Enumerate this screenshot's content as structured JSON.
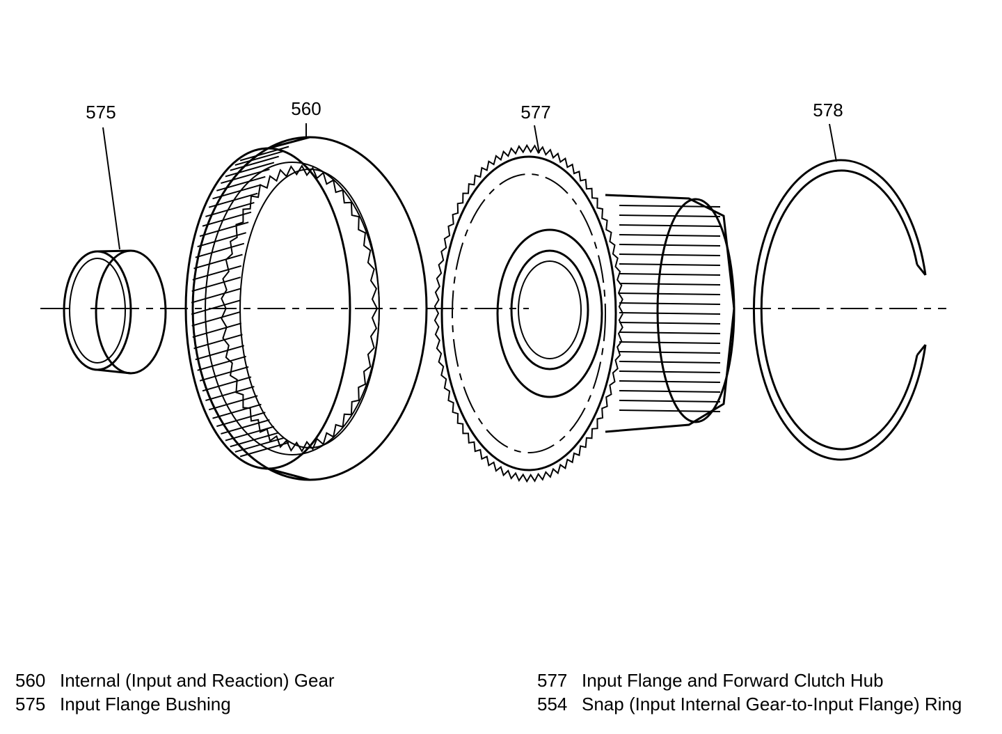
{
  "callouts": {
    "bushing": "575",
    "internal_gear": "560",
    "input_flange": "577",
    "snap_ring": "578"
  },
  "legend": {
    "left": [
      {
        "num": "560",
        "text": "Internal (Input and Reaction) Gear"
      },
      {
        "num": "575",
        "text": "Input Flange Bushing"
      }
    ],
    "right": [
      {
        "num": "577",
        "text": "Input Flange and Forward Clutch Hub"
      },
      {
        "num": "554",
        "text": "Snap (Input Internal Gear-to-Input Flange) Ring"
      }
    ]
  }
}
